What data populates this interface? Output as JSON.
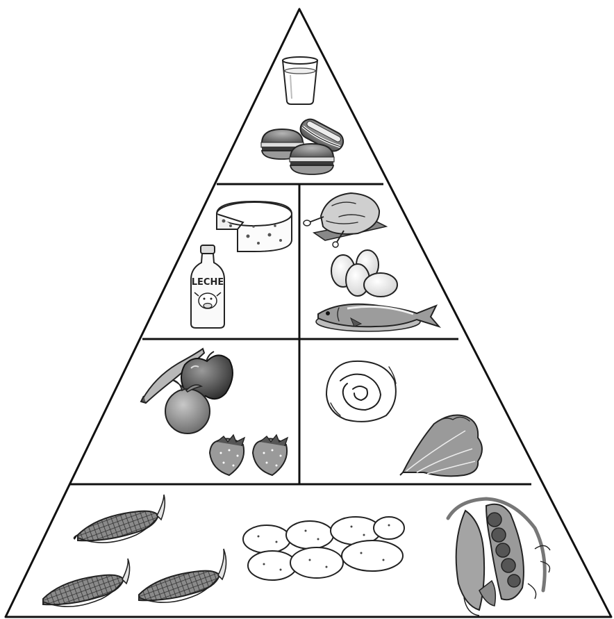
{
  "pyramid": {
    "milk_bottle_label": "LECHE",
    "levels": [
      {
        "key": "top",
        "icons": [
          "milk-glass-icon",
          "hamburger-icon",
          "sandwich-icon"
        ]
      },
      {
        "key": "upper",
        "icons": [
          "cheese-icon",
          "milk-bottle-icon",
          "roast-chicken-icon",
          "eggs-icon",
          "fish-icon"
        ]
      },
      {
        "key": "middle",
        "icons": [
          "banana-icon",
          "apple-icon",
          "orange-icon",
          "strawberry-icon",
          "cabbage-icon",
          "lettuce-icon"
        ]
      },
      {
        "key": "base",
        "icons": [
          "corn-icon",
          "potatoes-icon",
          "peas-pod-icon"
        ]
      }
    ]
  }
}
